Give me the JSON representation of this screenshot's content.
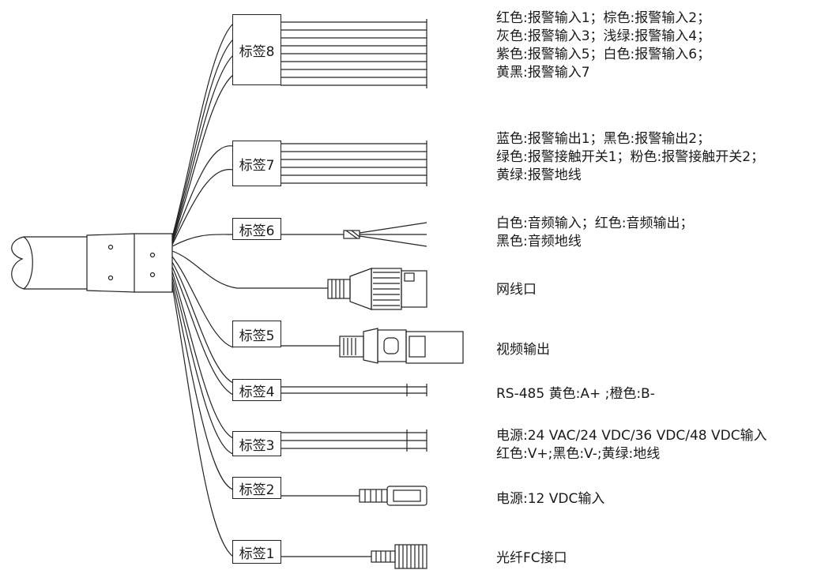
{
  "tags": {
    "t8": "标签8",
    "t7": "标签7",
    "t6": "标签6",
    "t5": "标签5",
    "t4": "标签4",
    "t3": "标签3",
    "t2": "标签2",
    "t1": "标签1"
  },
  "descriptions": {
    "alarm_in": [
      "红色:报警输入1；棕色:报警输入2；",
      "灰色:报警输入3；浅绿:报警输入4；",
      "紫色:报警输入5；白色:报警输入6；",
      "黄黑:报警输入7"
    ],
    "alarm_out": [
      "蓝色:报警输出1；黑色:报警输出2；",
      "绿色:报警接触开关1；粉色:报警接触开关2；",
      "黄绿:报警地线"
    ],
    "audio": [
      "白色:音频输入；红色:音频输出；",
      "黑色:音频地线"
    ],
    "network": "网线口",
    "video": "视频输出",
    "rs485": "RS-485 黄色:A+ ;橙色:B-",
    "power_ac": [
      "电源:24 VAC/24 VDC/36 VDC/48 VDC输入",
      "红色:V+;黑色:V-;黄绿:地线"
    ],
    "power_dc": "电源:12 VDC输入",
    "fiber": "光纤FC接口"
  },
  "colors": {
    "line": "#222222",
    "text": "#1a1a1a"
  }
}
